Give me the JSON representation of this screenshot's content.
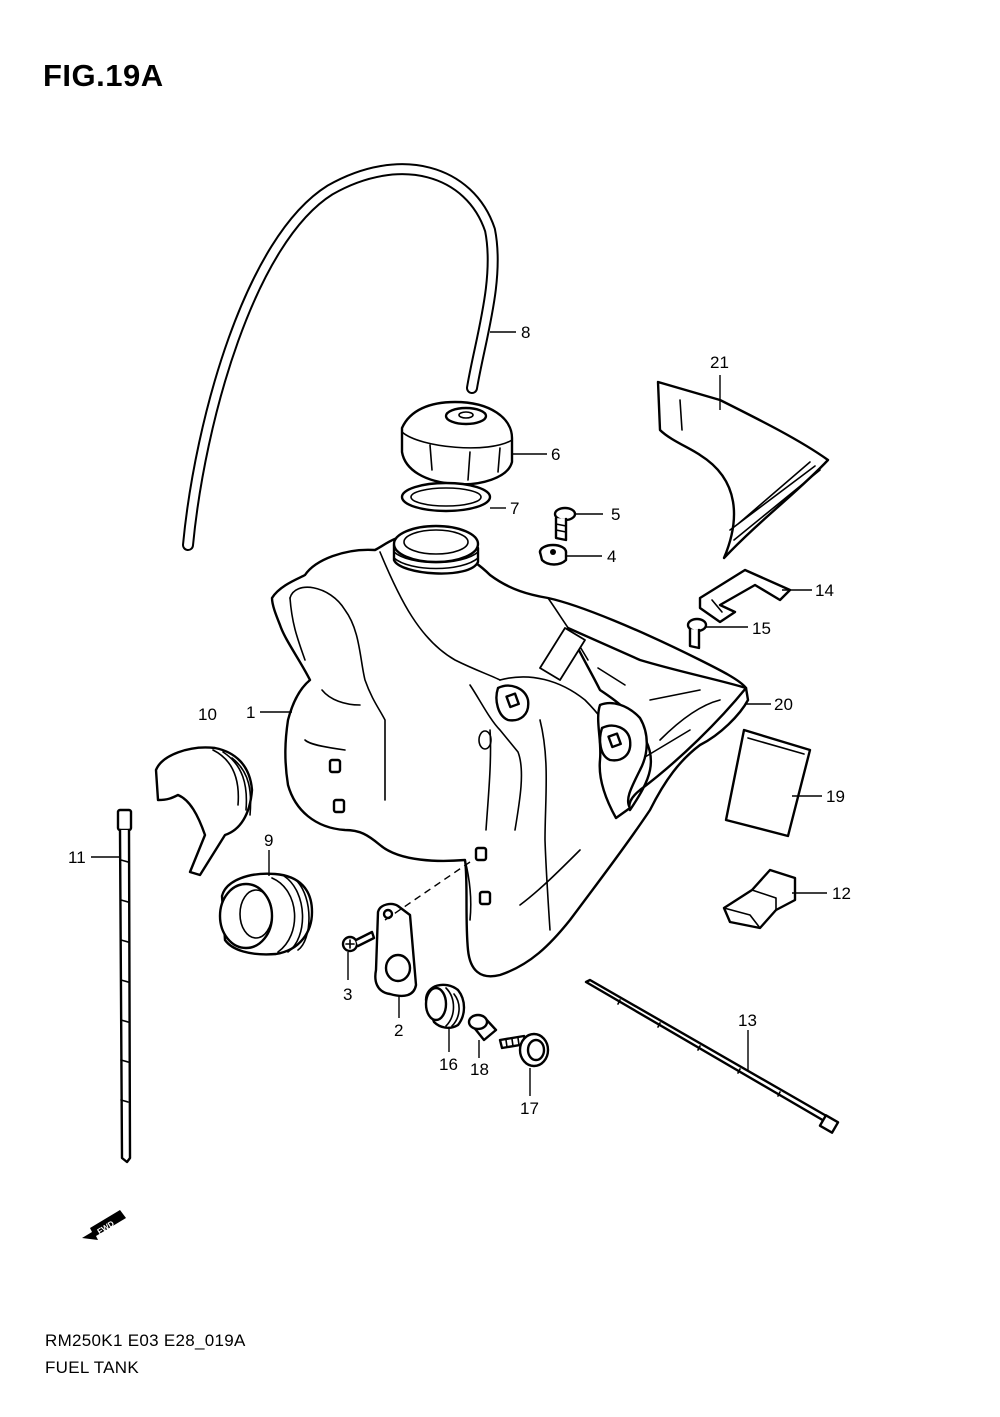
{
  "figure": {
    "title": "FIG.19A",
    "code": "RM250K1 E03 E28_019A",
    "name": "FUEL TANK",
    "fwd_label": "FWD"
  },
  "callouts": {
    "c1": "1",
    "c2": "2",
    "c3": "3",
    "c4": "4",
    "c5": "5",
    "c6": "6",
    "c7": "7",
    "c8": "8",
    "c9": "9",
    "c10": "10",
    "c11": "11",
    "c12": "12",
    "c13": "13",
    "c14": "14",
    "c15": "15",
    "c16": "16",
    "c17": "17",
    "c18": "18",
    "c19": "19",
    "c20": "20",
    "c21": "21"
  }
}
